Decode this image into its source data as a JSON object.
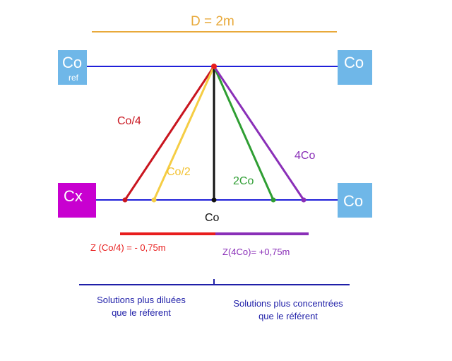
{
  "distance_label": "D = 2m",
  "boxes": {
    "co_ref_main": "Co",
    "co_ref_sub": "ref",
    "co_top_right": "Co",
    "cx_main": "Cx",
    "co_bottom_right": "Co"
  },
  "line_labels": {
    "co_4": "Co/4",
    "co_2": "Co/2",
    "two_co": "2Co",
    "four_co": "4Co",
    "center_co": "Co"
  },
  "z_labels": {
    "left": "Z (Co/4) = - 0,75m",
    "right": "Z(4Co)= +0,75m"
  },
  "solutions": {
    "left_line1": "Solutions plus diluées",
    "left_line2": "que le référent",
    "right_line1": "Solutions plus concentrées",
    "right_line2": "que le référent"
  },
  "colors": {
    "distance": "#e8a93a",
    "baseline": "#1f1fd9",
    "box_blue": "#6fb7e8",
    "box_magenta": "#c800d0",
    "co_4": "#c9151f",
    "co_2": "#f5cd44",
    "two_co": "#2f9e33",
    "four_co": "#8a2fb8",
    "center": "#111111",
    "z_left": "#e81d1d",
    "z_right": "#8a2fb8",
    "solutions": "#1f1fa8"
  }
}
